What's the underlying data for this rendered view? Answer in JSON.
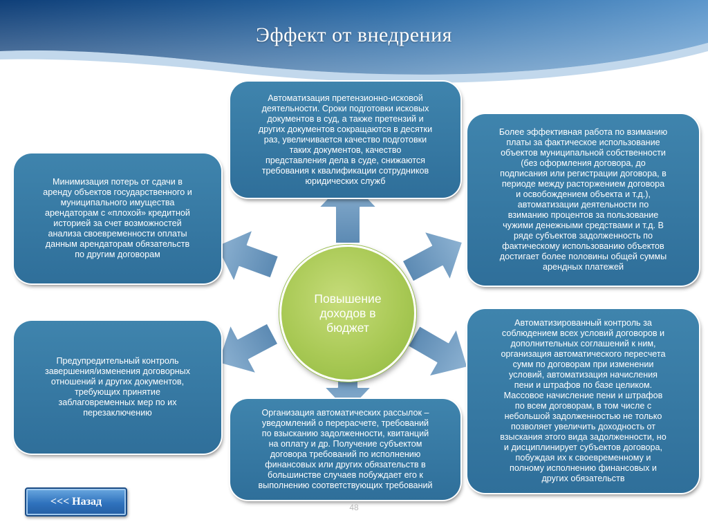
{
  "page": {
    "title": "Эффект от внедрения",
    "page_number": "48",
    "back_label": "<<< Назад"
  },
  "colors": {
    "header": "#1f5b95",
    "box": "#3a7ca7",
    "center": "#a8c957",
    "arrow": "#6f9bbf"
  },
  "center": {
    "text": "Повышение\nдоходов в\nбюджет"
  },
  "boxes": {
    "top": "Автоматизация претензионно-исковой\nдеятельности. Сроки подготовки исковых\nдокументов в суд, а также претензий и\nдругих документов сокращаются в десятки\nраз, увеличивается качество подготовки\nтаких документов, качество\nпредставления дела в суде, снижаются\nтребования к квалификации сотрудников\nюридических служб",
    "left": "Минимизация потерь от сдачи в\nаренду объектов государственного и\nмуниципального имущества\nарендаторам с «плохой» кредитной\nисторией за счет возможностей\nанализа своевременности оплаты\nданным арендаторам обязательств\nпо другим договорам",
    "right": "Более эффективная работа по взиманию\nплаты за фактическое использование\nобъектов муниципальной собственности\n(без оформления договора, до\nподписания или регистрации договора, в\nпериоде  между расторжением договора\nи освобождением объекта и т.д.),\nавтоматизации деятельности по\nвзиманию процентов за пользование\nчужими денежными средствами и т.д. В\nряде субъектов задолженность по\nфактическому использованию объектов\nдостигает более половины общей суммы\nарендных платежей",
    "bottom_left": "Предупредительный контроль\nзавершения/изменения договорных\nотношений и других документов,\nтребующих принятие\nзаблаговременных мер по их\nперезаключению",
    "bottom_center": "Организация автоматических рассылок –\nуведомлений о перерасчете, требований\nпо взысканию задолженности, квитанций\nна оплату и др. Получение субъектом\nдоговора требований по исполнению\nфинансовых или других обязательств в\nбольшинстве случаев побуждает его к\nвыполнению соответствующих требований",
    "bottom_right": "Автоматизированный контроль за\nсоблюдением всех условий договоров и\nдополнительных соглашений к ним,\nорганизация автоматического пересчета\nсумм по договорам при изменении\nусловий, автоматизация начисления\nпени и штрафов по базе целиком.\nМассовое начисление пени и штрафов\nпо всем договорам, в том числе с\nнебольшой задолженностью не только\nпозволяет увеличить доходность от\nвзыскания этого вида задолженности, но\nи дисциплинирует субъектов договора,\nпобуждая их к своевременному и\nполному исполнению финансовых и\nдругих обязательств"
  }
}
